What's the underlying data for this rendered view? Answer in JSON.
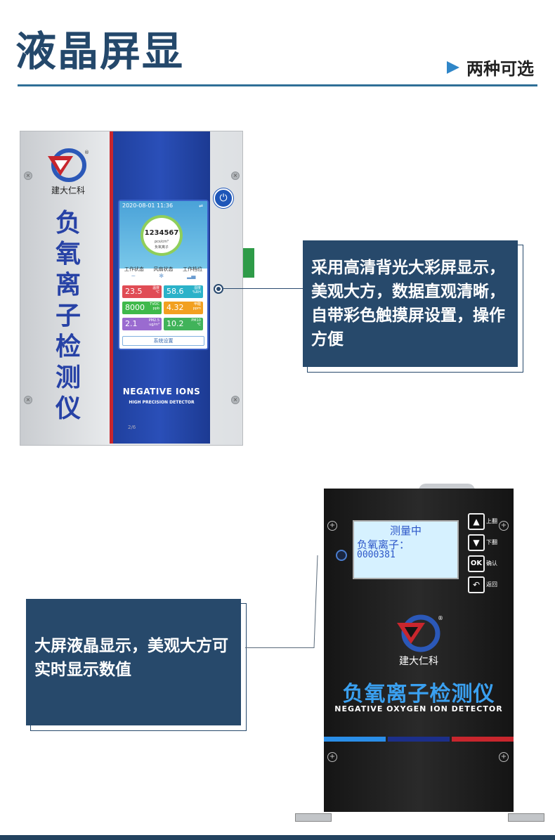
{
  "header": {
    "title": "液晶屏显",
    "subtitle": "两种可选"
  },
  "device1": {
    "brand": "建大仁科",
    "product_name": "负氧离子检测仪",
    "datetime": "2020-08-01 11:36",
    "main_value": "1234567",
    "main_unit": "pcs/cm³",
    "main_label": "负氧离子",
    "status_labels": [
      "工作状态",
      "风扇状态",
      "工作档位"
    ],
    "tiles": [
      {
        "value": "23.5",
        "label": "温度",
        "unit": "℃",
        "color": "#e04c55"
      },
      {
        "value": "58.6",
        "label": "湿度",
        "unit": "%RH",
        "color": "#2bb2c9"
      },
      {
        "value": "8000",
        "label": "TVOC",
        "unit": "ppb",
        "color": "#3fb94b"
      },
      {
        "value": "4.32",
        "label": "甲醛",
        "unit": "ppm",
        "color": "#f2a020"
      },
      {
        "value": "2.1",
        "label": "PM2.5",
        "unit": "ug/m³",
        "color": "#9a6bd0"
      },
      {
        "value": "10.2",
        "label": "PM10",
        "unit": "℃",
        "color": "#41b35a"
      }
    ],
    "system_button": "系统设置",
    "neg_ions": "NEGATIVE IONS",
    "high_precision": "HIGH PRECISION DETECTOR",
    "page": "2/6"
  },
  "callout1": {
    "text": "采用高清背光大彩屏显示，美观大方，数据直观清晰，自带彩色触摸屏设置，操作方便"
  },
  "callout2": {
    "text": "大屏液晶显示，美观大方可实时显示数值"
  },
  "device2": {
    "screen_title": "测量中",
    "screen_label": "负氧离子：",
    "screen_value": "0000381",
    "keys": [
      {
        "icon": "up-arrow-icon",
        "glyph": "▲",
        "label": "上翻"
      },
      {
        "icon": "down-arrow-icon",
        "glyph": "▼",
        "label": "下翻"
      },
      {
        "icon": "ok-icon",
        "glyph": "OK",
        "label": "确认"
      },
      {
        "icon": "return-icon",
        "glyph": "↶",
        "label": "返回"
      }
    ],
    "brand": "建大仁科",
    "product_name": "负氧离子检测仪",
    "product_name_en": "NEGATIVE OXYGEN ION DETECTOR",
    "stripe_colors": [
      "#2a8ee8",
      "#1c2f8a",
      "#c8262d"
    ]
  }
}
